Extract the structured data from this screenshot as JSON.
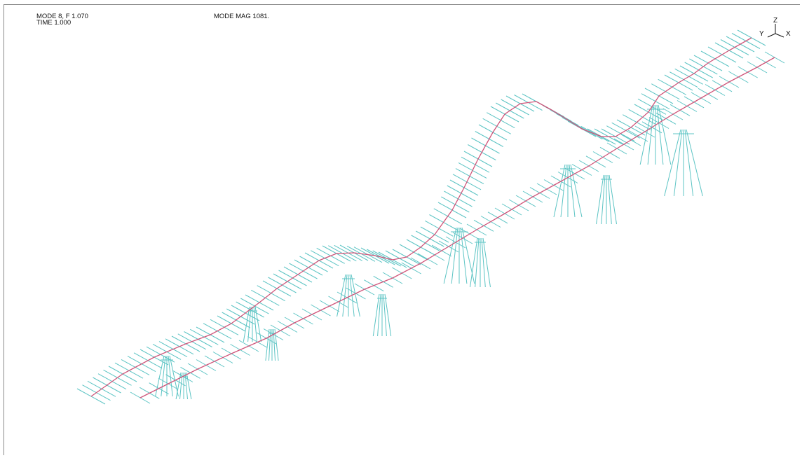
{
  "header": {
    "mode": "MODE 8, F 1.070",
    "time": "TIME 1.000",
    "magnitude": "MODE MAG 1081."
  },
  "triad": {
    "z": "Z",
    "y": "Y",
    "x": "X"
  },
  "colors": {
    "background": "#ffffff",
    "centerline": "#d0557a",
    "mesh": "#5cc4c4",
    "text": "#111111"
  }
}
